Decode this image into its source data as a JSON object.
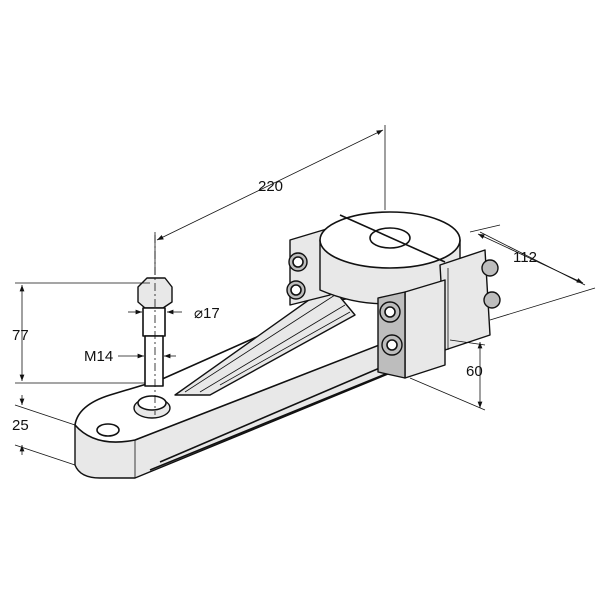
{
  "drawing": {
    "dimensions": {
      "length": "220",
      "clamp_width": "112",
      "clamp_height": "60",
      "bolt_length": "77",
      "bolt_thread": "M14",
      "bolt_diameter": "⌀17",
      "lug_thickness": "25"
    },
    "colors": {
      "line": "#111111",
      "background": "#ffffff"
    }
  }
}
